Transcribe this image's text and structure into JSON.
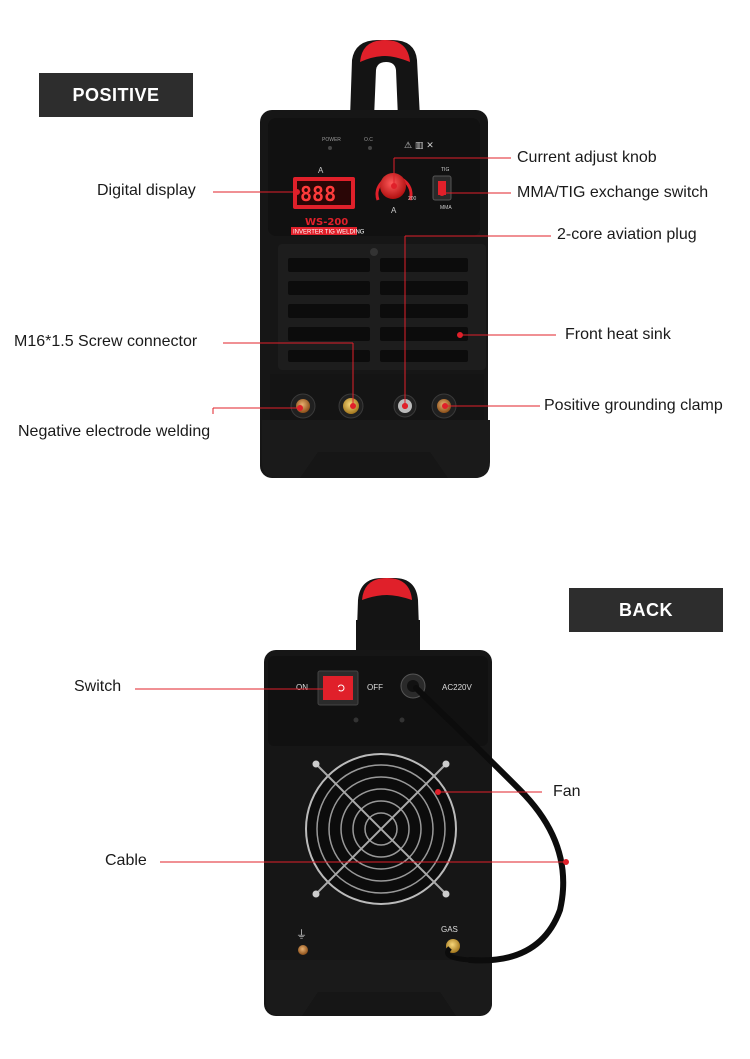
{
  "sections": {
    "front_title": "POSITIVE",
    "back_title": "BACK"
  },
  "front": {
    "labels": {
      "digital_display": "Digital display",
      "current_knob": "Current adjust knob",
      "mode_switch": "MMA/TIG exchange switch",
      "aviation_plug": "2-core aviation plug",
      "screw_connector": "M16*1.5 Screw connector",
      "heat_sink": "Front heat sink",
      "negative_electrode": "Negative electrode welding",
      "positive_clamp": "Positive grounding clamp"
    },
    "panel": {
      "display_value": "888",
      "model": "WS-200",
      "subtitle": "INVERTER TIG WELDING",
      "power_label": "POWER",
      "oc_label": "O.C",
      "amp_label": "A",
      "knob_max": "200",
      "tig_label": "TIG",
      "mma_label": "MMA"
    }
  },
  "back": {
    "labels": {
      "switch": "Switch",
      "fan": "Fan",
      "cable": "Cable"
    },
    "panel": {
      "on_label": "ON",
      "off_label": "OFF",
      "voltage": "AC220V",
      "gas_label": "GAS"
    }
  },
  "colors": {
    "accent_red": "#e0202a",
    "body_black": "#161616",
    "tag_bg": "#2d2d2d"
  }
}
